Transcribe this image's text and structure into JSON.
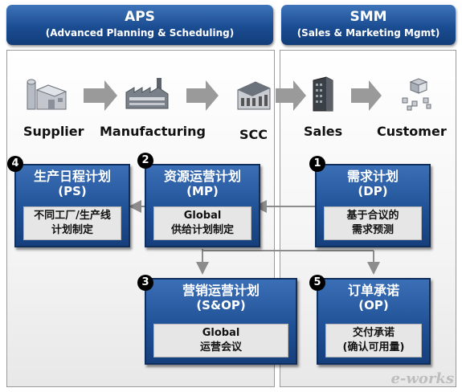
{
  "aps": {
    "title": "APS",
    "subtitle": "(Advanced Planning & Scheduling)"
  },
  "smm": {
    "title": "SMM",
    "subtitle": "(Sales & Marketing Mgmt)"
  },
  "process": [
    {
      "label": "Supplier",
      "icon": "supplier-icon"
    },
    {
      "label": "Manufacturing",
      "icon": "factory-icon"
    },
    {
      "label": "SCC",
      "icon": "warehouse-icon"
    },
    {
      "label": "Sales",
      "icon": "office-building-icon"
    },
    {
      "label": "Customer",
      "icon": "customer-cubes-icon"
    }
  ],
  "boxes": {
    "ps": {
      "badge": "4",
      "title": "生产日程计划",
      "abbr": "(PS)",
      "body": [
        "不同工厂/生产线",
        "计划制定"
      ]
    },
    "mp": {
      "badge": "2",
      "title": "资源运营计划",
      "abbr": "(MP)",
      "body": [
        "Global",
        "供给计划制定"
      ]
    },
    "dp": {
      "badge": "1",
      "title": "需求计划",
      "abbr": "(DP)",
      "body": [
        "基于合议的",
        "需求预测"
      ]
    },
    "sop": {
      "badge": "3",
      "title": "营销运营计划",
      "abbr": "(S&OP)",
      "body": [
        "Global",
        "运营会议"
      ]
    },
    "op": {
      "badge": "5",
      "title": "订单承诺",
      "abbr": "(OP)",
      "body": [
        "交付承诺",
        "(确认可用量)"
      ]
    }
  },
  "watermark": "e-works",
  "colors": {
    "header_blue": "#1b4d92",
    "box_blue": "#1e4f94",
    "arrow_gray": "#8c8c8c"
  }
}
